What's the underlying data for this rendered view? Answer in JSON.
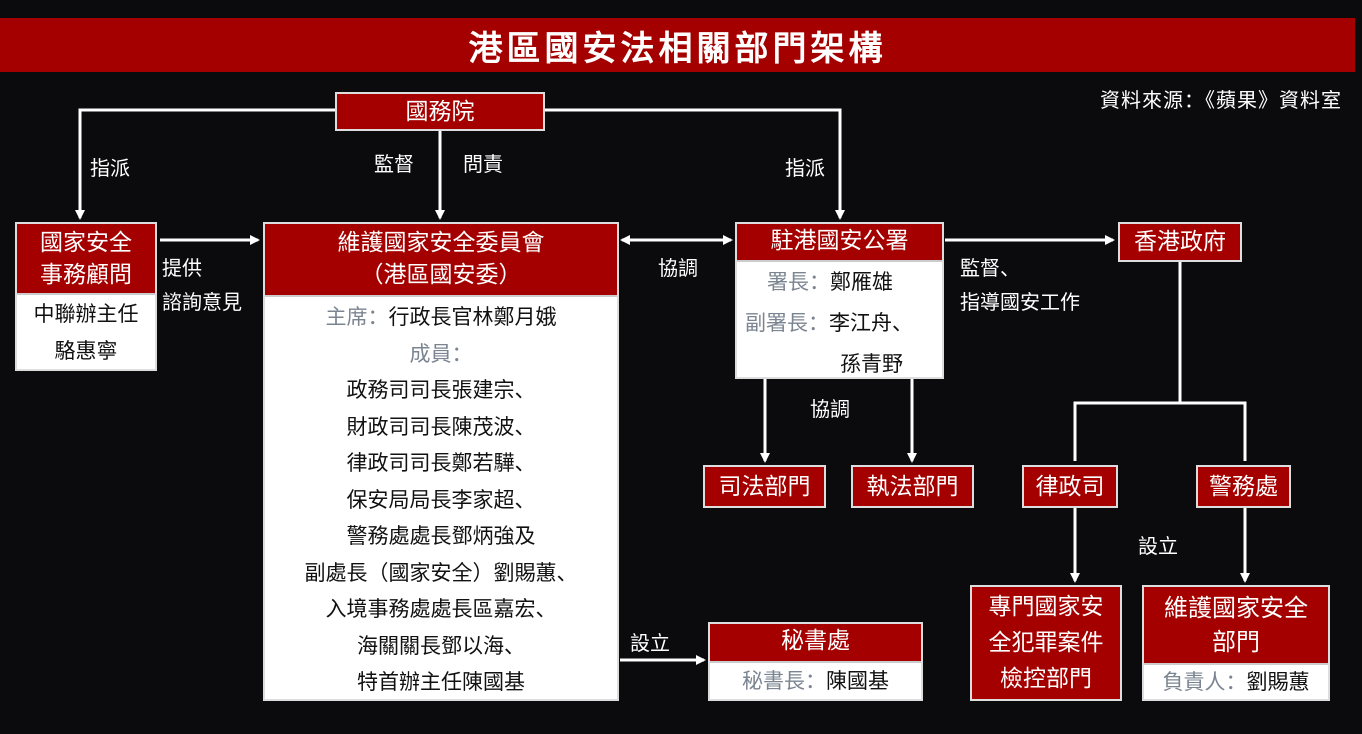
{
  "title": "港區國安法相關部門架構",
  "source": "資料來源：《蘋果》資料室",
  "colors": {
    "background": "#0b0a0d",
    "red": "#a50000",
    "gray_label": "#7b8591"
  },
  "state_council": "國務院",
  "labels": {
    "assign_left": "指派",
    "assign_right": "指派",
    "supervise": "監督",
    "accountable": "問責",
    "provide": "提供",
    "advice": "諮詢意見",
    "coordinate_top": "協調",
    "coordinate_office": "協調",
    "supervise_guide_1": "監督、",
    "supervise_guide_2": "指導國安工作",
    "establish_secretariat": "設立",
    "establish_police": "設立"
  },
  "adviser": {
    "title_1": "國家安全",
    "title_2": "事務顧問",
    "role": "中聯辦主任",
    "name": "駱惠寧"
  },
  "committee": {
    "title_1": "維護國家安全委員會",
    "title_2": "（港區國安委）",
    "chair_label": "主席：",
    "chair": "行政長官林鄭月娥",
    "members_label": "成員：",
    "members": [
      "政務司司長張建宗、",
      "財政司司長陳茂波、",
      "律政司司長鄭若驊、",
      "保安局局長李家超、",
      "警務處處長鄧炳強及",
      "副處長（國家安全）劉賜蕙、",
      "入境事務處處長區嘉宏、",
      "海關關長鄧以海、",
      "特首辦主任陳國基"
    ]
  },
  "office": {
    "title": "駐港國安公署",
    "head_label": "署長：",
    "head": "鄭雁雄",
    "deputy_label": "副署長：",
    "deputy_1": "李江舟、",
    "deputy_2": "孫青野"
  },
  "judiciary": "司法部門",
  "law_enforcement": "執法部門",
  "hk_gov": "香港政府",
  "doj": "律政司",
  "police": "警務處",
  "prosecution": {
    "line_1": "專門國家安",
    "line_2": "全犯罪案件",
    "line_3": "檢控部門"
  },
  "police_nsd": {
    "title_1": "維護國家安全",
    "title_2": "部門",
    "head_label": "負責人：",
    "head": "劉賜蕙"
  },
  "secretariat": {
    "title": "秘書處",
    "head_label": "秘書長：",
    "head": "陳國基"
  }
}
